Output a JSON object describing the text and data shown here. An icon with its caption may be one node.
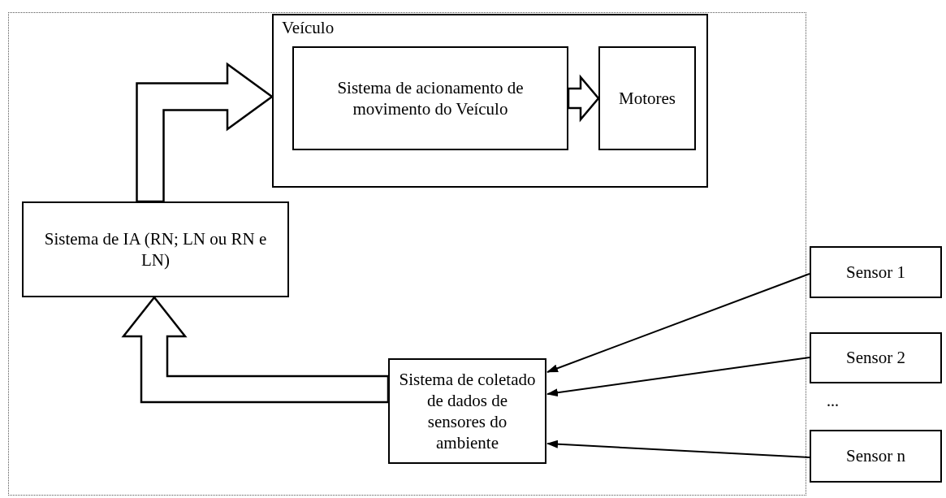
{
  "diagram": {
    "nodes": [
      {
        "text": [
          "Veículo"
        ]
      },
      {
        "text": [
          "Sistema de acionamento de movimento do Veículo"
        ],
        "in": 0
      },
      {
        "text": [
          "Motores"
        ],
        "in": 0
      },
      {
        "text": [
          "Sistema de IA (RN; LN ou RN e LN)"
        ]
      },
      {
        "text": [
          "Sistema de coletado de dados de sensores do ambiente"
        ]
      },
      {
        "text": [
          "Sensor 1"
        ]
      },
      {
        "text": [
          "Sensor 2"
        ]
      },
      {
        "text": [
          "Sensor n"
        ]
      }
    ],
    "edges": [
      {
        "from": 3,
        "to": 0,
        "arrow": "to",
        "style": "thick"
      },
      {
        "from": 1,
        "to": 2,
        "arrow": "to",
        "style": "thick"
      },
      {
        "from": 4,
        "to": 3,
        "arrow": "to",
        "style": "thick"
      },
      {
        "from": 5,
        "to": 4,
        "arrow": "to"
      },
      {
        "from": 6,
        "to": 4,
        "arrow": "to"
      },
      {
        "from": 7,
        "to": 4,
        "arrow": "to"
      }
    ],
    "labels": [
      "..."
    ]
  }
}
